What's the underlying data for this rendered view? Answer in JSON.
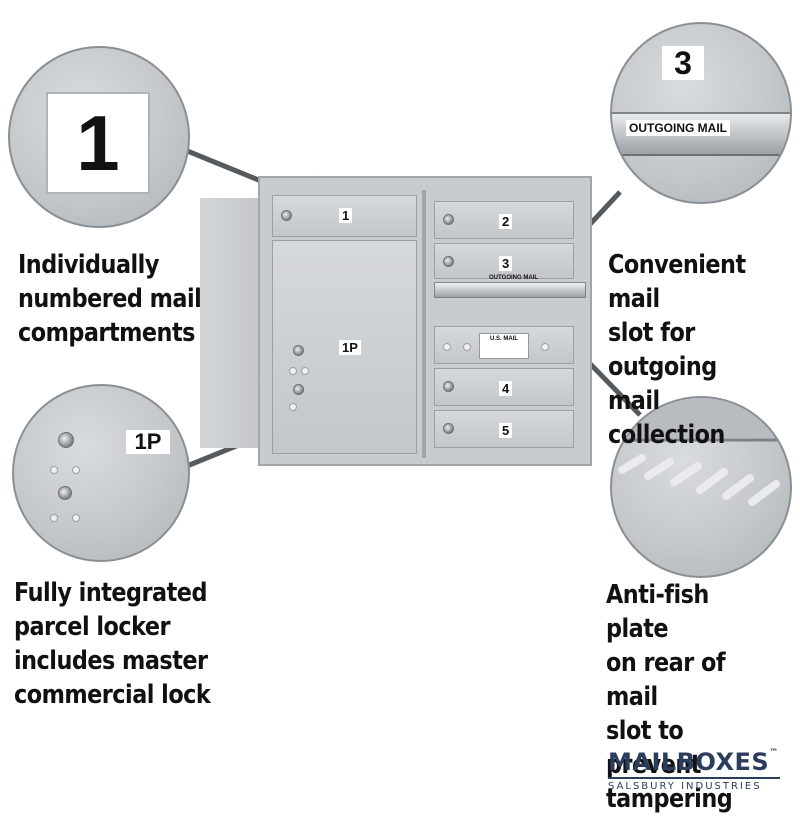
{
  "callouts": {
    "compartments": "Individually\nnumbered mail\ncompartments",
    "parcel": "Fully integrated\nparcel locker\nincludes master\ncommercial lock",
    "slot": "Convenient mail\nslot for outgoing\nmail collection",
    "antifish": "Anti-fish plate\non rear of mail\nslot to prevent\ntampering"
  },
  "zoom": {
    "num1": "1",
    "parcel_label": "1P",
    "num3": "3",
    "outgoing": "OUTGOING MAIL"
  },
  "mailbox": {
    "doors": [
      "1",
      "2",
      "3",
      "1P",
      "4",
      "5"
    ],
    "slot_label": "OUTGOING MAIL",
    "usmail": "U.S. MAIL"
  },
  "brand": {
    "name": "MAILBOXES",
    "tm": "™",
    "sub": "SALSBURY INDUSTRIES",
    "color": "#2b3d5c"
  },
  "icons": [
    "lock-icon",
    "arrow-icon"
  ]
}
